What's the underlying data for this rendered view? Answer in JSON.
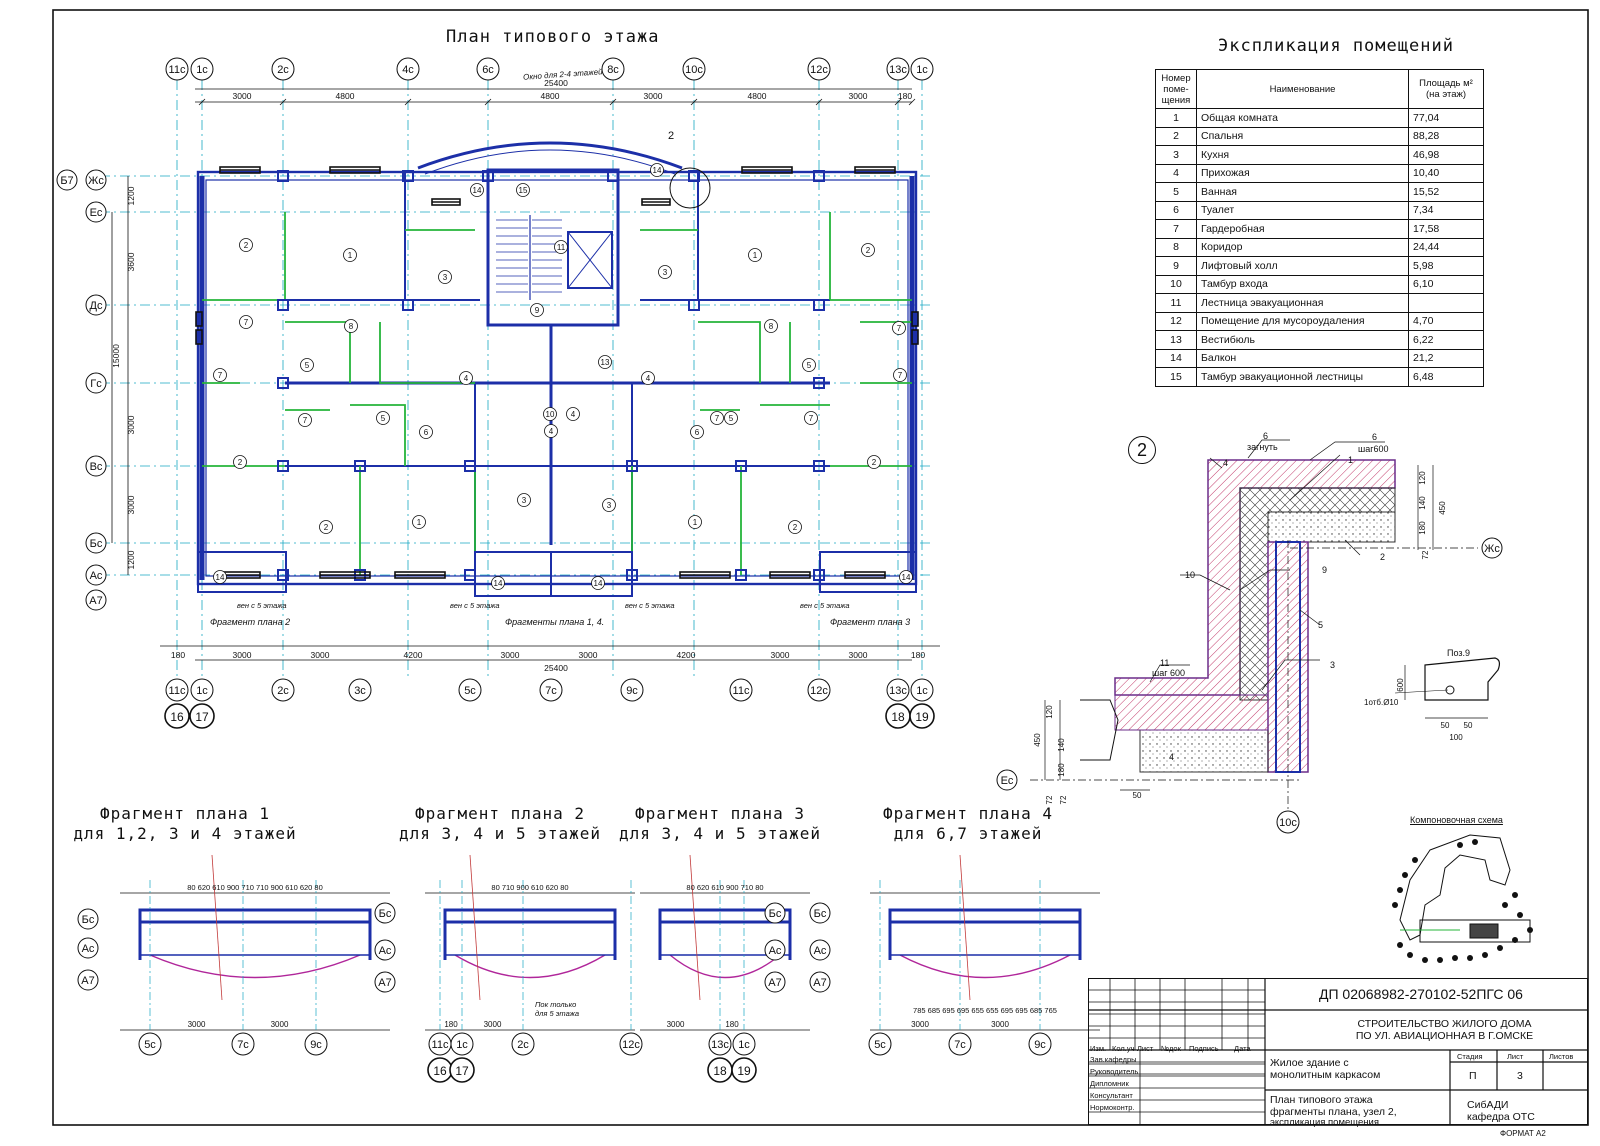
{
  "plan": {
    "title": "План типового этажа",
    "window_note": "Окно для 2-4 этажей",
    "top_axes": [
      "11c",
      "1c",
      "2c",
      "4c",
      "6c",
      "8c",
      "10c",
      "12c",
      "13c",
      "1c"
    ],
    "bottom_axes": [
      "11c",
      "1c",
      "2c",
      "3c",
      "5c",
      "7c",
      "9c",
      "11c",
      "12c",
      "13c",
      "1c"
    ],
    "bottom_sheet_refs": [
      "16",
      "17",
      "18",
      "19"
    ],
    "left_axes": [
      "Б7",
      "Жс",
      "Ес",
      "Дс",
      "Гс",
      "Вс",
      "Бс",
      "Ас",
      "А7"
    ],
    "top_dims": [
      "3000",
      "4800",
      "4800",
      "3000",
      "4800",
      "3000",
      "180"
    ],
    "overall_dim": "25400",
    "bottom_dims": [
      "180",
      "3000",
      "3000",
      "4200",
      "3000",
      "3000",
      "4200",
      "3000",
      "3000",
      "180"
    ],
    "left_dims": [
      "1200",
      "3600",
      "15000",
      "3000",
      "3000",
      "1200"
    ],
    "fragment_labels": [
      "Фрагмент плана 2",
      "Фрагменты плана 1, 4.",
      "Фрагмент плана 3"
    ],
    "note_5_floors": "вен с 5 этажа",
    "node_label": "2"
  },
  "explication": {
    "title": "Экспликация помещений",
    "head_number": "Номер поме- щения",
    "head_name": "Наименование",
    "head_area": "Площадь м² (на этаж)",
    "rows": [
      {
        "n": "1",
        "name": "Общая комната",
        "area": "77,04"
      },
      {
        "n": "2",
        "name": "Спальня",
        "area": "88,28"
      },
      {
        "n": "3",
        "name": "Кухня",
        "area": "46,98"
      },
      {
        "n": "4",
        "name": "Прихожая",
        "area": "10,40"
      },
      {
        "n": "5",
        "name": "Ванная",
        "area": "15,52"
      },
      {
        "n": "6",
        "name": "Туалет",
        "area": "7,34"
      },
      {
        "n": "7",
        "name": "Гардеробная",
        "area": "17,58"
      },
      {
        "n": "8",
        "name": "Коридор",
        "area": "24,44"
      },
      {
        "n": "9",
        "name": "Лифтовый холл",
        "area": "5,98"
      },
      {
        "n": "10",
        "name": "Тамбур входа",
        "area": "6,10"
      },
      {
        "n": "11",
        "name": "Лестница эвакуационная",
        "area": ""
      },
      {
        "n": "12",
        "name": "Помещение для мусороудаления",
        "area": "4,70"
      },
      {
        "n": "13",
        "name": "Вестибюль",
        "area": "6,22"
      },
      {
        "n": "14",
        "name": "Балкон",
        "area": "21,2"
      },
      {
        "n": "15",
        "name": "Тамбур эвакуационной лестницы",
        "area": "6,48"
      }
    ]
  },
  "node": {
    "number": "2",
    "labels": [
      "6",
      "загнуть",
      "6",
      "шаг600",
      "1",
      "4",
      "2",
      "9",
      "10",
      "5",
      "3",
      "11",
      "шаг 600",
      "4"
    ],
    "axes": [
      "Жс",
      "Ес",
      "10с"
    ],
    "dims": [
      "120",
      "140",
      "450",
      "180",
      "72",
      "72",
      "120",
      "450",
      "140",
      "180",
      "72",
      "50"
    ]
  },
  "pos9": {
    "title": "Поз.9",
    "label": "1отб.Ø10",
    "dims": [
      "600",
      "50",
      "50",
      "100"
    ]
  },
  "layout_scheme": {
    "title": "Компоновочная схема"
  },
  "fragments": [
    {
      "title1": "Фрагмент плана 1",
      "title2": "для 1,2, 3 и 4 этажей",
      "axes_bottom": [
        "5с",
        "7с",
        "9с"
      ],
      "axes_left": [
        "Бс",
        "Ас",
        "А7"
      ],
      "dims": [
        "3000",
        "3000"
      ],
      "top_dims": "80 620 610 900 710 710 900 610 620 80"
    },
    {
      "title1": "Фрагмент плана 2",
      "title2": "для 3, 4 и 5 этажей",
      "axes_bottom": [
        "11с",
        "1с",
        "2с"
      ],
      "axes_left": [
        "Бс",
        "Ас",
        "А7"
      ],
      "refs": [
        "16",
        "17"
      ],
      "dims": [
        "180",
        "3000"
      ],
      "note": "Пок только для 5 этажа",
      "top_dims": "80 710 900 610 620 80"
    },
    {
      "title1": "Фрагмент плана 3",
      "title2": "для 3, 4 и 5 этажей",
      "axes_bottom": [
        "12с",
        "13с",
        "1с"
      ],
      "axes_right": [
        "Бс",
        "Ас",
        "А7"
      ],
      "refs": [
        "18",
        "19"
      ],
      "dims": [
        "3000",
        "180"
      ],
      "top_dims": "80 620 610 900 710 80"
    },
    {
      "title1": "Фрагмент плана 4",
      "title2": "для 6,7 этажей",
      "axes_bottom": [
        "5с",
        "7с",
        "9с"
      ],
      "axes_left": [
        "Бс",
        "Ас",
        "А7"
      ],
      "dims": [
        "3000",
        "3000"
      ],
      "bottom_dims": "785 685 695 695 655 655 695 695 685 765"
    }
  ],
  "title_block": {
    "code": "ДП 02068982-270102-52ПГС 06",
    "project_line1": "СТРОИТЕЛЬСТВО ЖИЛОГО ДОМА",
    "project_line2": "ПО УЛ. АВИАЦИОННАЯ В Г.ОМСКЕ",
    "building_line1": "Жилое здание с",
    "building_line2": "монолитным каркасом",
    "sheet_line1": "План типового этажа",
    "sheet_line2": "фрагменты плана, узел 2,",
    "sheet_line3": "экспликация помещения",
    "col_stage": "Стадия",
    "col_sheet": "Лист",
    "col_sheets": "Листов",
    "stage": "П",
    "sheet_no": "3",
    "org_line1": "СибАДИ",
    "org_line2": "кафедра ОТС",
    "rev_headers": [
      "Изм.",
      "Кол.уч",
      "Лист",
      "№док",
      "Подпись",
      "Дата"
    ],
    "roles": [
      "Зав.кафедры",
      "Руководитель",
      "Дипломник",
      "Консультант",
      "Нормоконтр."
    ],
    "format": "ФОРМАТ А2"
  }
}
